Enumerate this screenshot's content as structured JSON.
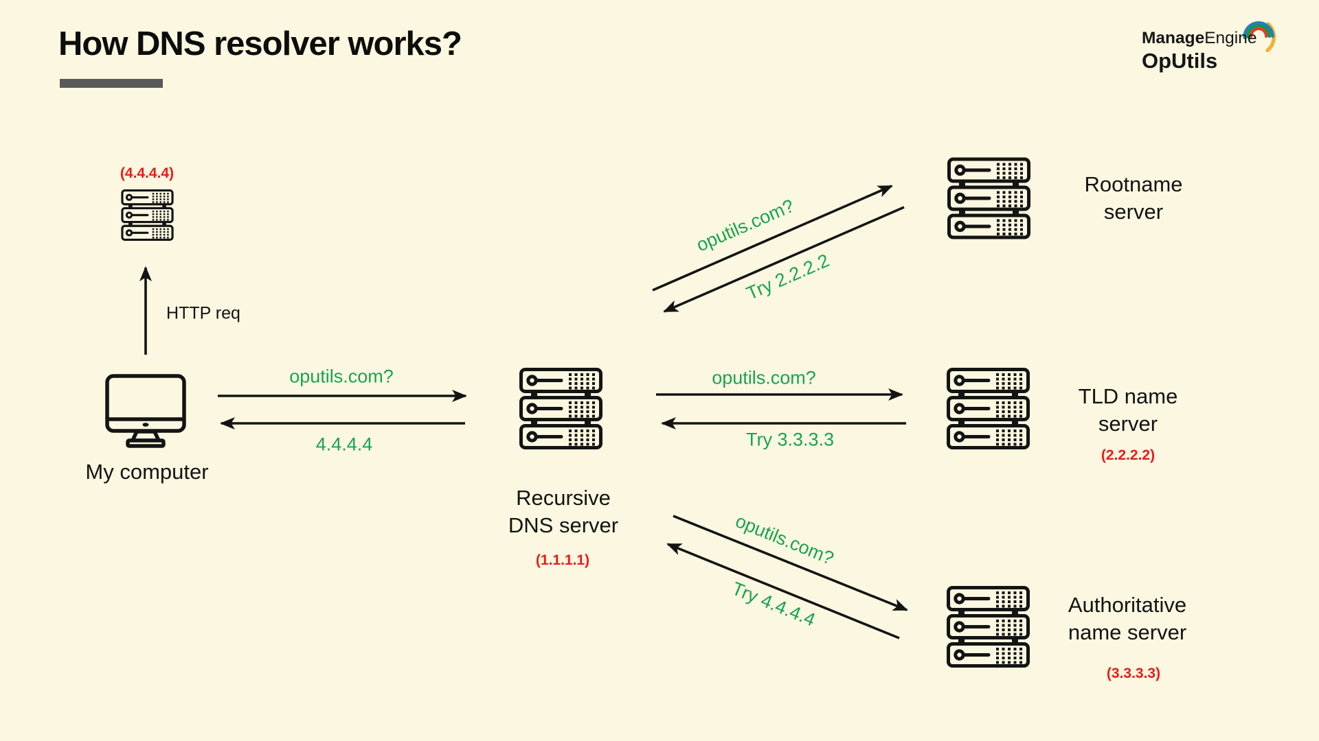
{
  "colors": {
    "bg": "#fbf7e0",
    "ink": "#141414",
    "green": "#18a44f",
    "red": "#ec1a1a",
    "gray": "#595959"
  },
  "header": {
    "title": "How DNS resolver works?",
    "logo": {
      "brand_bold": "Manage",
      "brand_regular": "Engine",
      "product": "OpUtils"
    }
  },
  "nodes": {
    "web_server": {
      "ip": "(4.4.4.4)"
    },
    "my_computer": {
      "label": "My computer"
    },
    "recursive_dns": {
      "line1": "Recursive",
      "line2": "DNS server",
      "ip": "(1.1.1.1)"
    },
    "rootname": {
      "line1": "Rootname",
      "line2": "server"
    },
    "tld": {
      "line1": "TLD name",
      "line2": "server",
      "ip": "(2.2.2.2)"
    },
    "authoritative": {
      "line1": "Authoritative",
      "line2": "name server",
      "ip": "(3.3.3.3)"
    }
  },
  "edges": {
    "http_request": {
      "label": "HTTP req"
    },
    "computer_recursive": {
      "query": "oputils.com?",
      "response": "4.4.4.4"
    },
    "recursive_root": {
      "query": "oputils.com?",
      "response": "Try 2.2.2.2"
    },
    "recursive_tld": {
      "query": "oputils.com?",
      "response": "Try 3.3.3.3"
    },
    "recursive_authoritative": {
      "query": "oputils.com?",
      "response": "Try 4.4.4.4"
    }
  }
}
